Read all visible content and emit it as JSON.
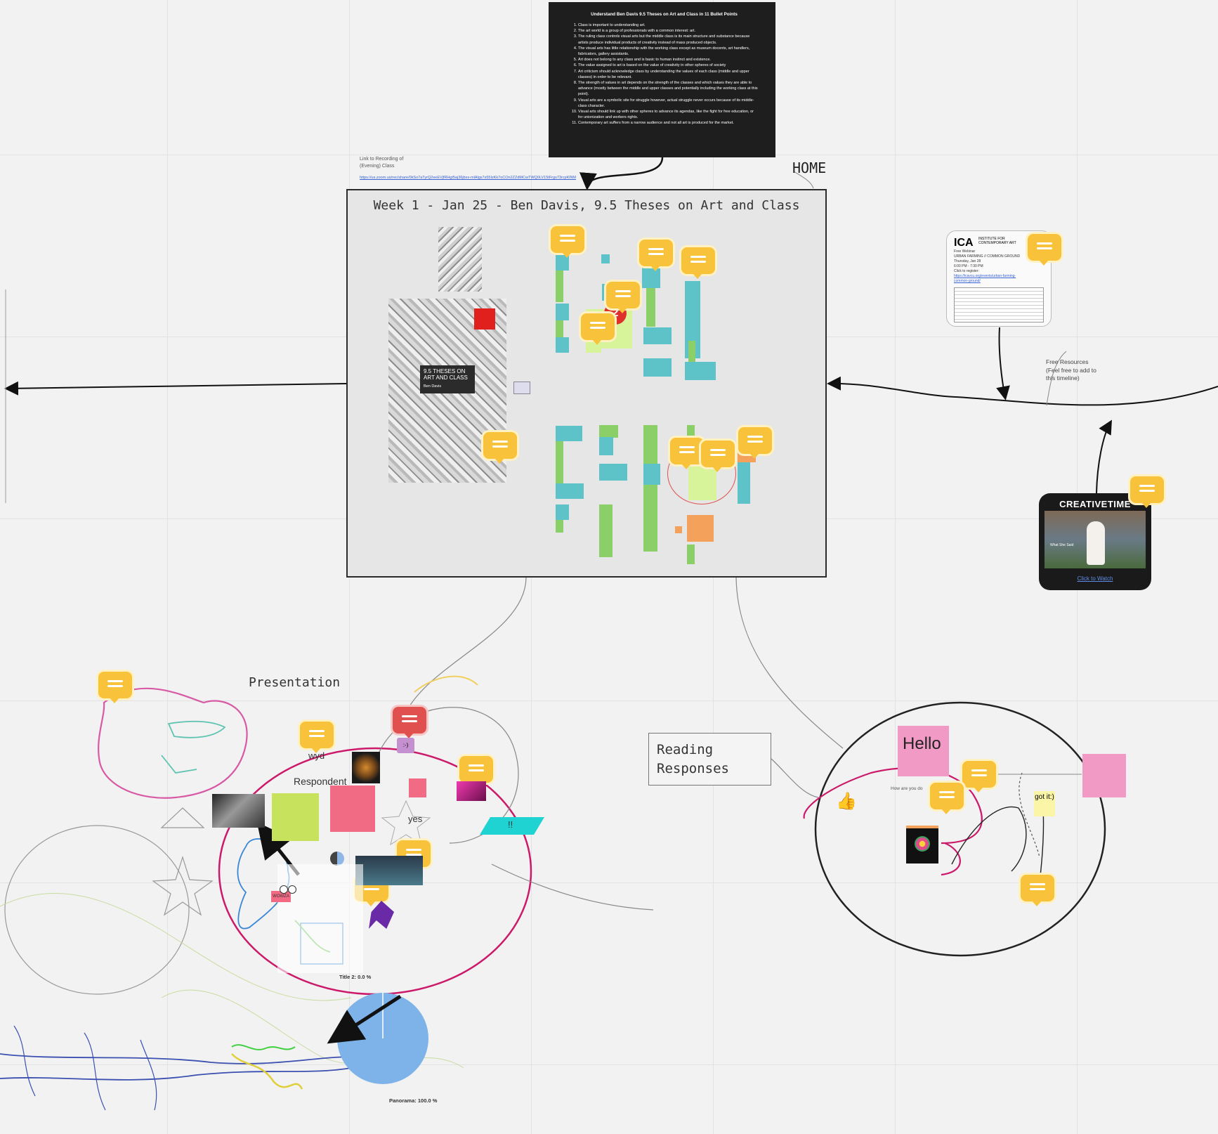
{
  "theses": {
    "heading": "Understand Ben Davis 9.5 Theses on Art and Class in 11 Bullet Points",
    "points": [
      "Class is important to understanding art.",
      "The art world is a group of professionals with a common interest: art.",
      "The ruling class controls visual arts but the middle class is its main structure and substance because artists produce individual products of creativity instead of mass produced objects.",
      "The visual arts has little relationship with the working class except as museum docents, art handlers, fabricators, gallery assistants.",
      "Art does not belong to any class and is basic to human instinct and existence.",
      "The value assigned to art is based on the value of creativity in other spheres of society",
      "Art criticism should acknowledge class by understanding the values of each class (middle and upper classes) in order to be relevant.",
      "The strength of values in art depends on the strength of the classes and which values they are able to advance (mostly between the middle and upper classes and potentially including the working class at this point).",
      "Visual arts are a symbolic site for struggle however, actual struggle never occurs because of its middle-class character.",
      "Visual arts should link up with other spheres to advance its agendas, like the fight for free education, or for unionization and workers rights.",
      "Contemporary art suffers from a narrow audience and not all art is produced for the market."
    ]
  },
  "recording": {
    "label": "Link to Recording of (Evening) Class",
    "url": "https://us.zoom.us/rec/share/0kSo7aTyrQ2eeEVjfRHgt5aj36jbxx-mlAlgs7s55IzKk7oCOn2ZZdMCwTWQ0LV15tFrgs73rcpKlNM"
  },
  "week": {
    "title": "Week 1 - Jan 25 - Ben Davis, 9.5 Theses on Art and Class",
    "book_title": "9.5 THESES ON ART AND CLASS",
    "book_author": "Ben Davis"
  },
  "home": "HOME",
  "webinar": {
    "brand": "ICA",
    "brand_sub": "INSTITUTE FOR CONTEMPORARY ART",
    "lines": [
      "Free Webinar",
      "URBAN FARMING // COMMON GROUND",
      "Thursday, Jan 28",
      "6:00 PM - 7:30 PM",
      "Click to register:"
    ],
    "link": "https://icavcu.org/events/urban-farming-common-ground/"
  },
  "free_resources": "Free Resources (Feel free to add to this timeline)",
  "creative_time": {
    "title": "CREATIVETIME",
    "caption": "What She Said",
    "link": "Click to Watch"
  },
  "presentation": {
    "title": "Presentation",
    "wyd": "wyd",
    "respondent": "Respondent",
    "yes": "yes",
    "bang": "!!",
    "smile": ":-)",
    "wowza": "WOWZA",
    "title2": "Title 2: 0.0 %",
    "panorama": "Panorama: 100.0 %"
  },
  "reading": {
    "title": "Reading Responses",
    "hello": "Hello",
    "how": "How are you do",
    "got_it": "got it:)"
  },
  "badge_count": "2",
  "colors": {
    "comment": "#f8c33a",
    "comment_red": "#e0504e",
    "teal": "#5ec3c8",
    "green": "#8bcf69",
    "magenta": "#cc1a6a",
    "pink_note": "#f26b85",
    "lime_note": "#c7e25c",
    "pie": "#7db3e8"
  },
  "icons": [
    "comment-icon",
    "thumbs-up-icon",
    "arrow-icon",
    "star-shape",
    "triangle-shape",
    "cloud-shape"
  ]
}
